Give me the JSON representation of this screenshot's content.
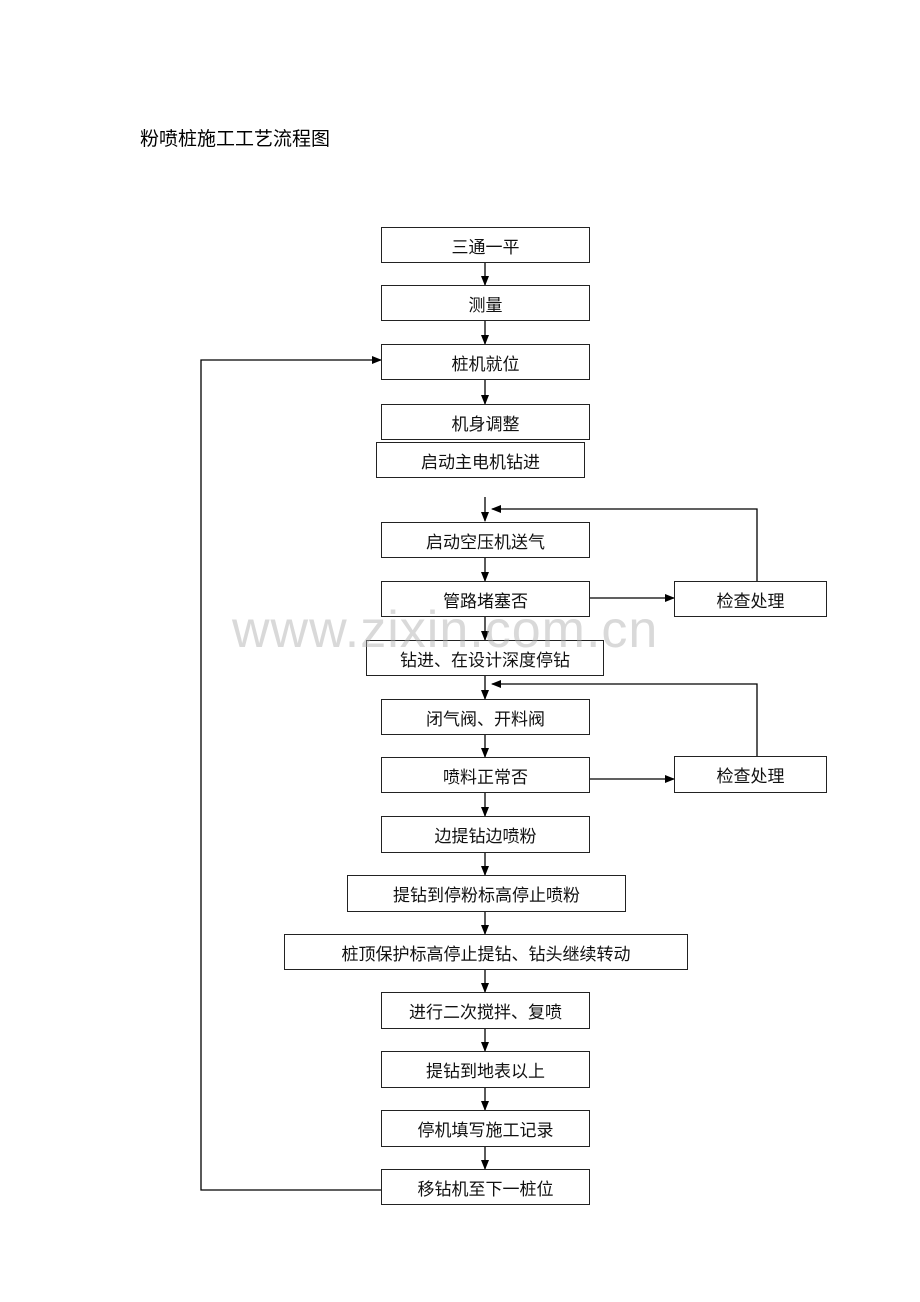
{
  "title": "粉喷桩施工工艺流程图",
  "watermark": "www.zixin.com.cn",
  "steps": [
    "三通一平",
    "测量",
    "桩机就位",
    "机身调整",
    "启动主电机钻进",
    "启动空压机送气",
    "管路堵塞否",
    "钻进、在设计深度停钻",
    "闭气阀、开料阀",
    "喷料正常否",
    "边提钻边喷粉",
    "提钻到停粉标高停止喷粉",
    "桩顶保护标高停止提钻、钻头继续转动",
    "进行二次搅拌、复喷",
    "提钻到地表以上",
    "停机填写施工记录",
    "移钻机至下一桩位"
  ],
  "checks": [
    "检查处理",
    "检查处理"
  ]
}
